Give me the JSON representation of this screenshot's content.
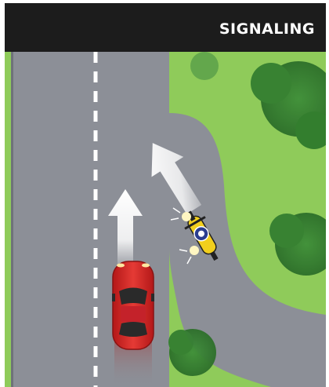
{
  "title": "SIGNALING",
  "icons": [
    "direction-arrow",
    "car",
    "motorcycle",
    "turn-signal",
    "tree"
  ],
  "colors": {
    "header": "#1c1c1c",
    "grass": "#8fcb5a",
    "road": "#8c8f97",
    "lane_marking": "#ffffff",
    "car": "#d42a2a",
    "motorcycle": "#f2cf1d"
  }
}
